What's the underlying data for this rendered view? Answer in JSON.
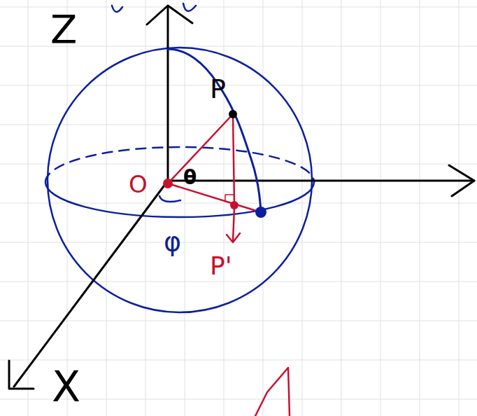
{
  "diagram": {
    "labels": [
      "Z",
      "P",
      "O",
      "θ",
      "φ",
      "P'",
      "X"
    ]
  }
}
